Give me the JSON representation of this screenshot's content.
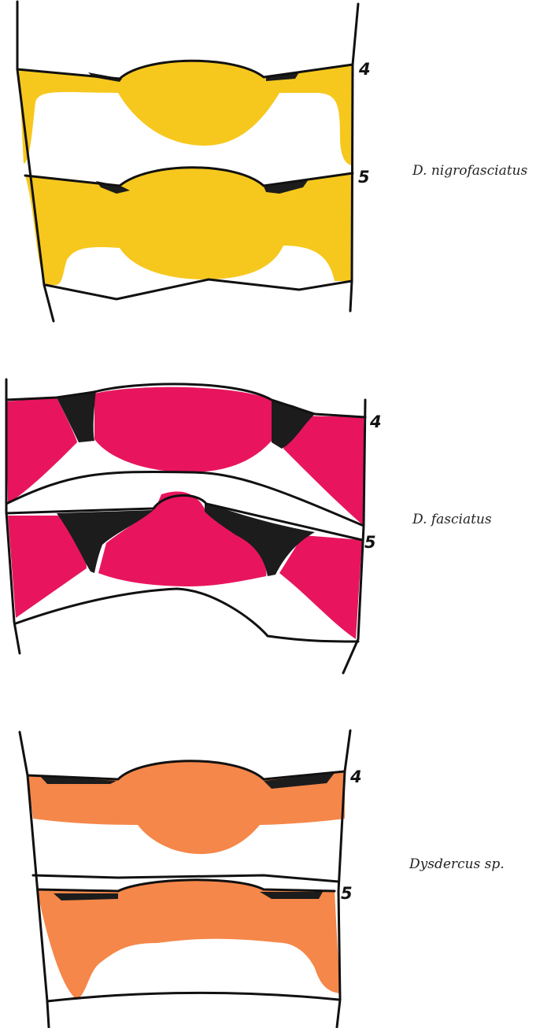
{
  "specimens": [
    {
      "species": "D. nigrofasciatus",
      "segment_labels": [
        "4",
        "5"
      ],
      "band_color": "#F6C81E"
    },
    {
      "species": "D. fasciatus",
      "segment_labels": [
        "4",
        "5"
      ],
      "band_color": "#E8155E"
    },
    {
      "species": "Dysdercus sp.",
      "segment_labels": [
        "4",
        "5"
      ],
      "band_color": "#F5874A"
    }
  ],
  "colors": {
    "outline": "#111111",
    "dark_marking": "#1c1c1c",
    "background": "#ffffff"
  }
}
